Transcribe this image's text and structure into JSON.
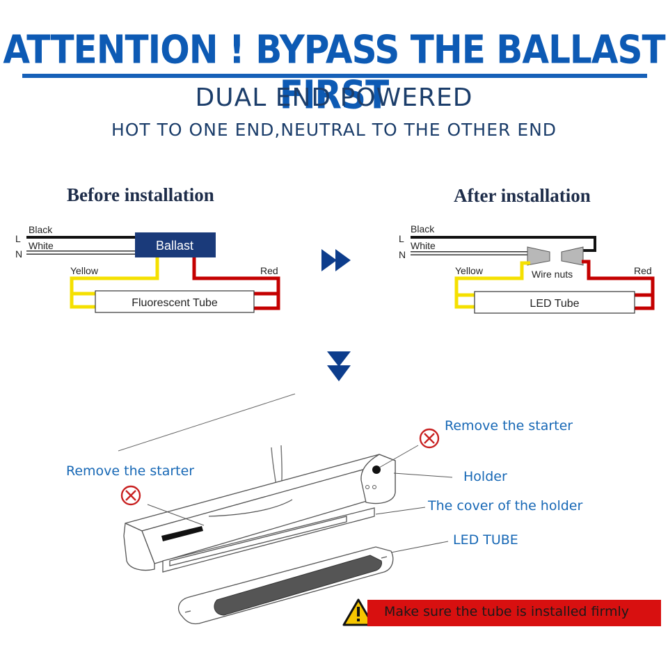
{
  "header": {
    "title": "ATTENTION !   BYPASS THE BALLAST FIRST",
    "subtitle": "DUAL END POWERED",
    "subtitle2": "HOT TO ONE END,NEUTRAL TO THE OTHER END"
  },
  "before": {
    "heading": "Before installation",
    "line_L": "L",
    "line_N": "N",
    "black": "Black",
    "white": "White",
    "ballast": "Ballast",
    "yellow": "Yellow",
    "red": "Red",
    "tube": "Fluorescent Tube"
  },
  "after": {
    "heading": "After installation",
    "line_L": "L",
    "line_N": "N",
    "black": "Black",
    "white": "White",
    "wire_nuts": "Wire nuts",
    "yellow": "Yellow",
    "red": "Red",
    "tube": "LED Tube"
  },
  "fixture": {
    "remove_starter_left": "Remove the starter",
    "remove_starter_right": "Remove the starter",
    "holder": "Holder",
    "cover": "The cover of the holder",
    "led_tube": "LED TUBE",
    "warning": "Make sure the tube is installed firmly"
  },
  "colors": {
    "title_blue": "#0d5ab4",
    "ballast_fill": "#1a3a7a",
    "wire_yellow": "#f5e000",
    "wire_red": "#c40000",
    "arrow_blue": "#0d3d8c",
    "warning_red": "#d81010",
    "x_icon_red": "#c82020"
  }
}
